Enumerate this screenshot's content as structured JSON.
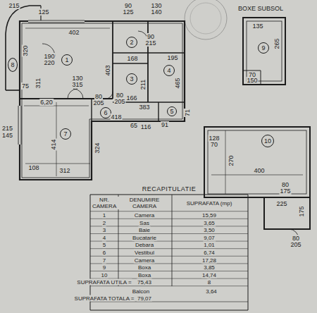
{
  "diagram": {
    "title": "RECAPITULATIE",
    "nodes": [
      {
        "text": [
          "1"
        ]
      },
      {
        "text": [
          "2"
        ]
      },
      {
        "text": [
          "3"
        ]
      },
      {
        "text": [
          "4"
        ]
      },
      {
        "text": [
          "5"
        ]
      },
      {
        "text": [
          "6"
        ]
      },
      {
        "text": [
          "7"
        ]
      },
      {
        "text": [
          "8"
        ]
      },
      {
        "text": [
          "9"
        ]
      },
      {
        "text": [
          "10"
        ]
      }
    ],
    "labels": [
      "215",
      "125",
      "90",
      "125",
      "130",
      "140",
      "402",
      "90",
      "215",
      "190",
      "220",
      "320",
      "75",
      "311",
      "168",
      "195",
      "403",
      "211",
      "465",
      "130",
      "315",
      "80",
      "205",
      "80",
      "205",
      "166",
      "383",
      "418",
      "65",
      "116",
      "91",
      "71",
      "6,20",
      "414",
      "324",
      "108",
      "312",
      "215",
      "145",
      "BOXE SUBSOL",
      "135",
      "265",
      "70",
      "150",
      "128",
      "70",
      "270",
      "400",
      "80",
      "175",
      "175",
      "225",
      "80",
      "205",
      "NR. CAMERA",
      "DENUMIRE CAMERA",
      "SUPRAFATA (mp)",
      "1",
      "Camera",
      "15,59",
      "2",
      "Sas",
      "3,65",
      "3",
      "Baie",
      "3,50",
      "4",
      "Bucatarie",
      "9,07",
      "5",
      "Debara",
      "1,01",
      "6",
      "Vestibul",
      "6,74",
      "7",
      "Camera",
      "17,28",
      "9",
      "Boxa",
      "3,85",
      "10",
      "Boxa",
      "14,74",
      "SUPRAFATA UTILA =",
      "75,43",
      "8",
      "Balcon",
      "3,64",
      "SUPRAFATA TOTALA =",
      "79,07"
    ]
  }
}
